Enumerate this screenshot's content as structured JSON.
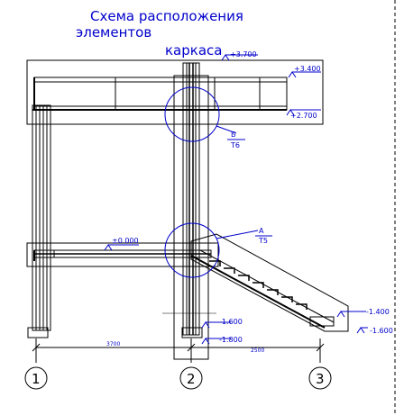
{
  "title": {
    "line1": "Схема расположения",
    "line2": "элементов",
    "line3": "каркаса"
  },
  "levels": {
    "top": "+3.700",
    "upper_right": "+3.400",
    "mid_right": "+2.700",
    "floor": "±0.000",
    "col_base_1": "-1.600",
    "col_base_2": "-1.800",
    "stair_base_1": "-1.400",
    "stair_base_2": "-1.600"
  },
  "dimensions": {
    "span_1_2": "3700",
    "span_2_3": "2500"
  },
  "axes": [
    "1",
    "2",
    "3"
  ],
  "callouts": {
    "b": {
      "letter": "Б",
      "sheet": "Т6"
    },
    "a": {
      "letter": "А",
      "sheet": "Т5"
    }
  },
  "colors": {
    "line": "#000000",
    "annotation": "#0000cc",
    "background": "#ffffff"
  }
}
